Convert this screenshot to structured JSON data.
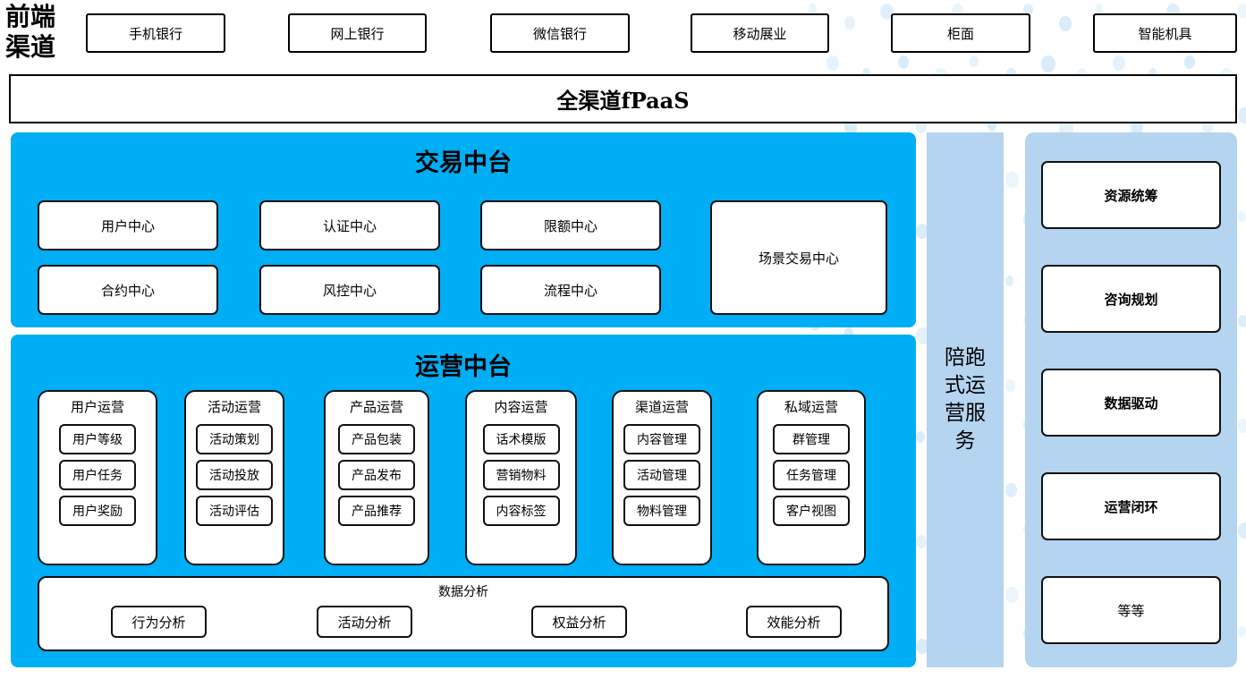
{
  "colors": {
    "cyan_panel": "#00aef5",
    "light_blue_panel": "#b4d4ef",
    "dot_decoration": "#d8ecf9",
    "card_border": "#111111",
    "card_fill": "#ffffff"
  },
  "header": {
    "channel_label": "前端\n渠道",
    "channel_label_line1": "前端",
    "channel_label_line2": "渠道",
    "channels": [
      {
        "label": "手机银行"
      },
      {
        "label": "网上银行"
      },
      {
        "label": "微信银行"
      },
      {
        "label": "移动展业"
      },
      {
        "label": "柜面"
      },
      {
        "label": "智能机具"
      }
    ],
    "platform_bar": "全渠道fPaaS"
  },
  "transaction_platform": {
    "title": "交易中台",
    "cards_left": [
      {
        "label": "用户中心"
      },
      {
        "label": "认证中心"
      },
      {
        "label": "限额中心"
      },
      {
        "label": "合约中心"
      },
      {
        "label": "风控中心"
      },
      {
        "label": "流程中心"
      }
    ],
    "card_tall": {
      "label": "场景交易中心"
    }
  },
  "operation_platform": {
    "title": "运营中台",
    "groups": [
      {
        "title": "用户运营",
        "items": [
          {
            "label": "用户等级"
          },
          {
            "label": "用户任务"
          },
          {
            "label": "用户奖励"
          }
        ]
      },
      {
        "title": "活动运营",
        "items": [
          {
            "label": "活动策划"
          },
          {
            "label": "活动投放"
          },
          {
            "label": "活动评估"
          }
        ]
      },
      {
        "title": "产品运营",
        "items": [
          {
            "label": "产品包装"
          },
          {
            "label": "产品发布"
          },
          {
            "label": "产品推荐"
          }
        ]
      },
      {
        "title": "内容运营",
        "items": [
          {
            "label": "话术模版"
          },
          {
            "label": "营销物料"
          },
          {
            "label": "内容标签"
          }
        ]
      },
      {
        "title": "渠道运营",
        "items": [
          {
            "label": "内容管理"
          },
          {
            "label": "活动管理"
          },
          {
            "label": "物料管理"
          }
        ]
      },
      {
        "title": "私域运营",
        "items": [
          {
            "label": "群管理"
          },
          {
            "label": "任务管理"
          },
          {
            "label": "客户视图"
          }
        ]
      }
    ],
    "analysis": {
      "title": "数据分析",
      "items": [
        {
          "label": "行为分析"
        },
        {
          "label": "活动分析"
        },
        {
          "label": "权益分析"
        },
        {
          "label": "效能分析"
        }
      ]
    }
  },
  "service_column": {
    "label": "陪跑式运营服务"
  },
  "capability_panel": {
    "cards": [
      {
        "label": "资源统筹",
        "bold": true
      },
      {
        "label": "咨询规划",
        "bold": true
      },
      {
        "label": "数据驱动",
        "bold": true
      },
      {
        "label": "运营闭环",
        "bold": true
      },
      {
        "label": "等等",
        "bold": false
      }
    ]
  }
}
